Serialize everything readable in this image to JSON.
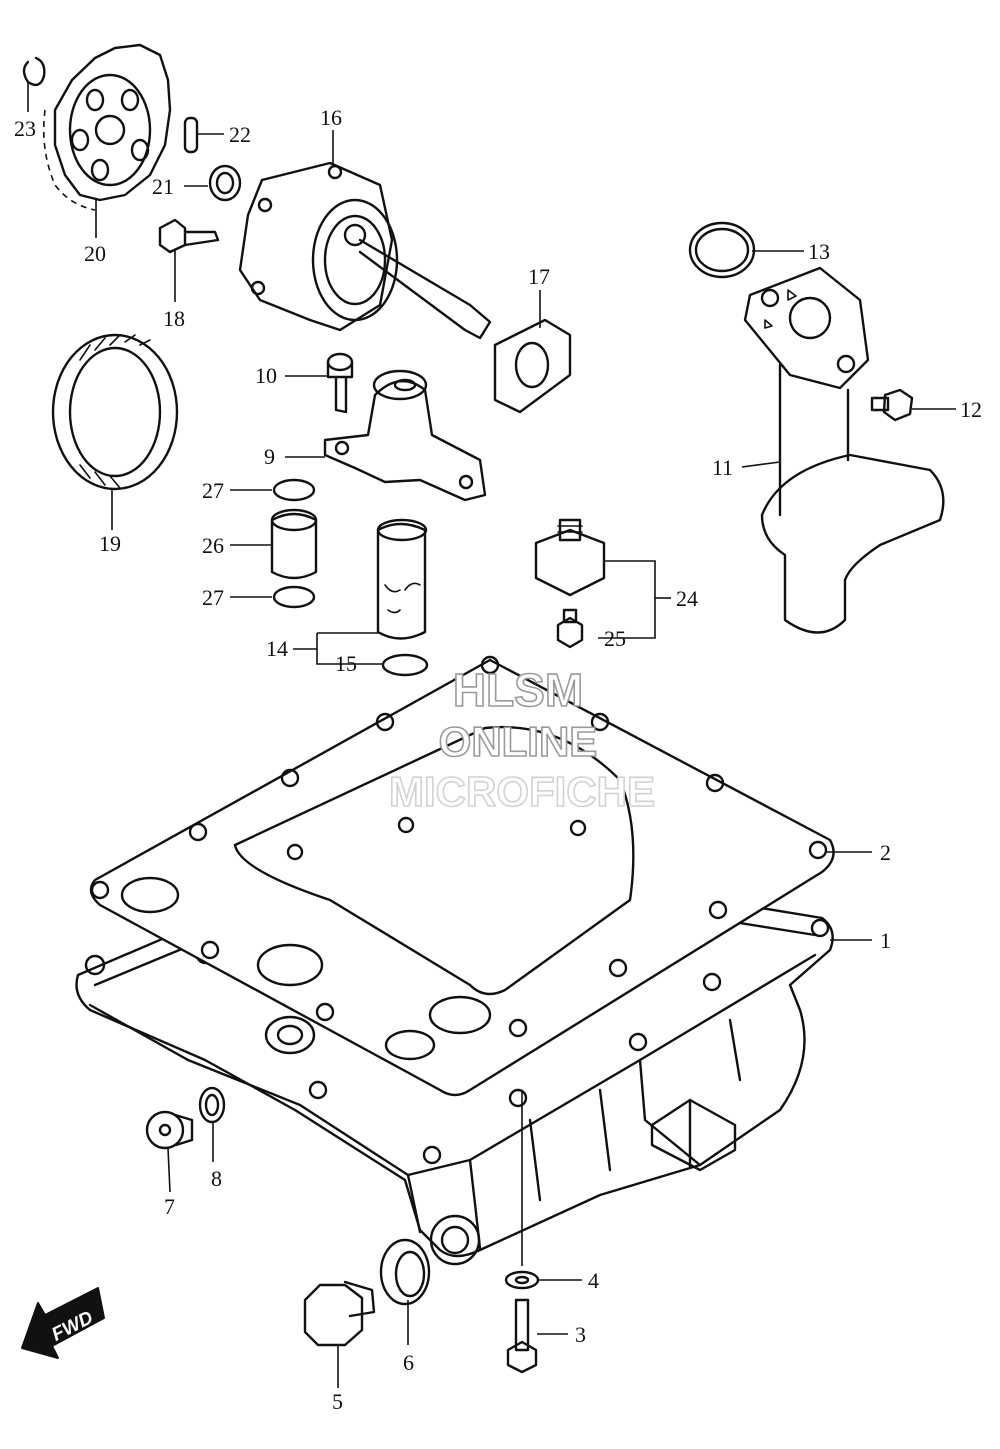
{
  "watermark": {
    "line1": "HLSM",
    "line2": "ONLINE",
    "line3": "MICROFICHE"
  },
  "direction_badge": {
    "label": "FWD",
    "icon": "arrow-down-left-icon"
  },
  "callouts": [
    {
      "number": "1"
    },
    {
      "number": "2"
    },
    {
      "number": "3"
    },
    {
      "number": "4"
    },
    {
      "number": "5"
    },
    {
      "number": "6"
    },
    {
      "number": "7"
    },
    {
      "number": "8"
    },
    {
      "number": "9"
    },
    {
      "number": "10"
    },
    {
      "number": "11"
    },
    {
      "number": "12"
    },
    {
      "number": "13"
    },
    {
      "number": "14"
    },
    {
      "number": "15"
    },
    {
      "number": "16"
    },
    {
      "number": "17"
    },
    {
      "number": "18"
    },
    {
      "number": "19"
    },
    {
      "number": "20"
    },
    {
      "number": "21"
    },
    {
      "number": "22"
    },
    {
      "number": "23"
    },
    {
      "number": "24"
    },
    {
      "number": "25"
    },
    {
      "number": "26"
    },
    {
      "number": "27"
    },
    {
      "number": "27"
    }
  ]
}
